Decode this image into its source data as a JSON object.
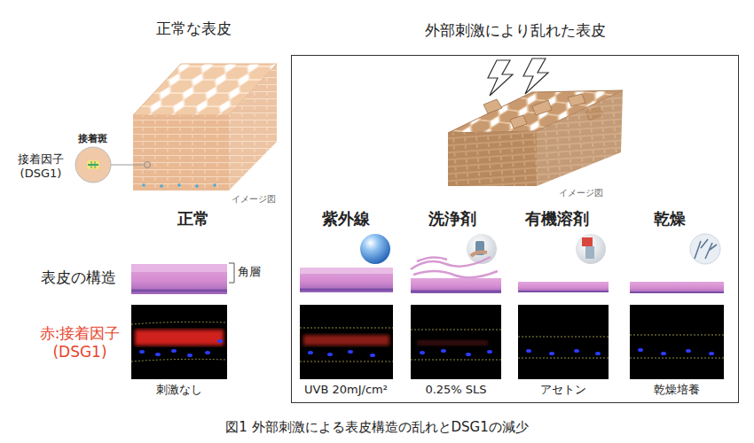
{
  "diagram": {
    "caption": "図1 外部刺激による表皮構造の乱れとDSG1の減少",
    "nodes": [
      {
        "text": [
          "外部刺激により乱れた表皮"
        ]
      }
    ],
    "labels": [
      "正常な表皮",
      "接着斑",
      "接着因子 (DSG1)",
      "イメージ図",
      "正常",
      "表皮の構造",
      "角層",
      "赤:接着因子 (DSG1)",
      "刺激なし",
      "イメージ図",
      "紫外線",
      "洗浄剤",
      "有機溶剤",
      "乾燥",
      "UVB 20mJ/cm²",
      "0.25% SLS",
      "アセトン",
      "乾燥培養"
    ]
  }
}
